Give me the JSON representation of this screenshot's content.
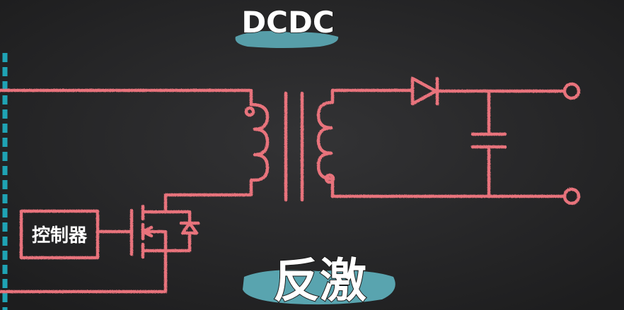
{
  "title": "DCDC",
  "controller_label": "控制器",
  "topology_label": "反激",
  "colors": {
    "background": "#262627",
    "wire": "#e8737b",
    "rail_dash": "#1fa3b4",
    "highlight": "#5fb3bf",
    "text": "#ffffff"
  }
}
